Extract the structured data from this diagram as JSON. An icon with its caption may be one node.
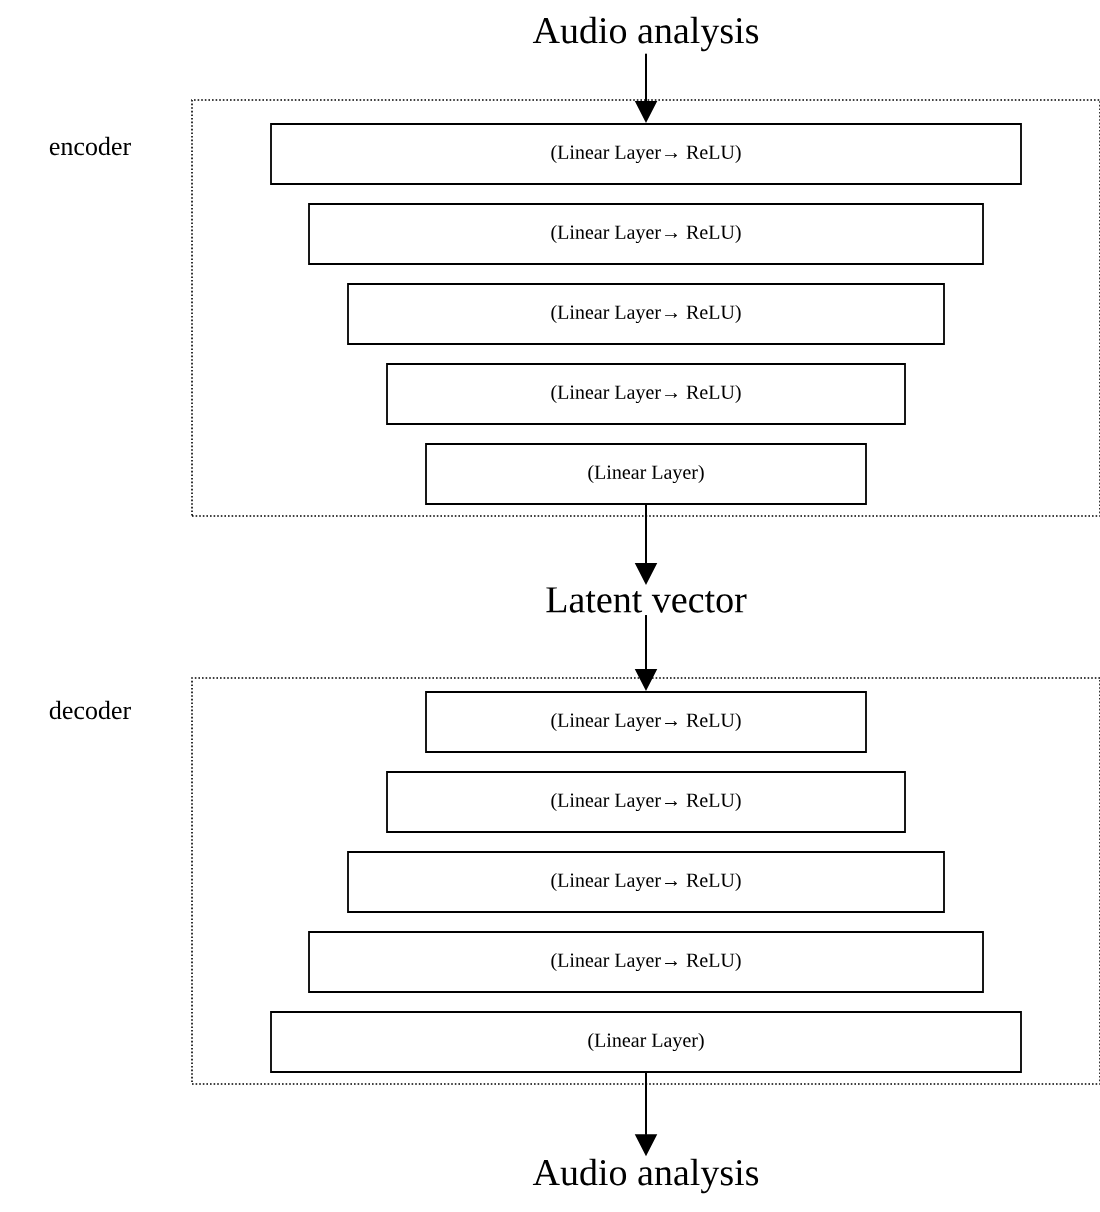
{
  "diagram": {
    "nodes": [
      {
        "text": [
          "Audio analysis"
        ]
      },
      {
        "text": [
          "encoder"
        ]
      },
      {
        "text": [
          "(Linear Layer→ ReLU)"
        ],
        "in": 1
      },
      {
        "text": [
          "(Linear Layer→ ReLU)"
        ],
        "in": 1
      },
      {
        "text": [
          "(Linear Layer→ ReLU)"
        ],
        "in": 1
      },
      {
        "text": [
          "(Linear Layer→ ReLU)"
        ],
        "in": 1
      },
      {
        "text": [
          "(Linear Layer)"
        ],
        "in": 1
      },
      {
        "text": [
          "Latent vector"
        ]
      },
      {
        "text": [
          "decoder"
        ]
      },
      {
        "text": [
          "(Linear Layer→ ReLU)"
        ],
        "in": 8
      },
      {
        "text": [
          "(Linear Layer→ ReLU)"
        ],
        "in": 8
      },
      {
        "text": [
          "(Linear Layer→ ReLU)"
        ],
        "in": 8
      },
      {
        "text": [
          "(Linear Layer→ ReLU)"
        ],
        "in": 8
      },
      {
        "text": [
          "(Linear Layer)"
        ],
        "in": 8
      },
      {
        "text": [
          "Audio analysis"
        ]
      }
    ],
    "edges": [
      {
        "from": 0,
        "to": 2,
        "arrow": "to"
      },
      {
        "from": 6,
        "to": 7,
        "arrow": "to"
      },
      {
        "from": 7,
        "to": 9,
        "arrow": "to"
      },
      {
        "from": 13,
        "to": 14,
        "arrow": "to"
      }
    ]
  }
}
